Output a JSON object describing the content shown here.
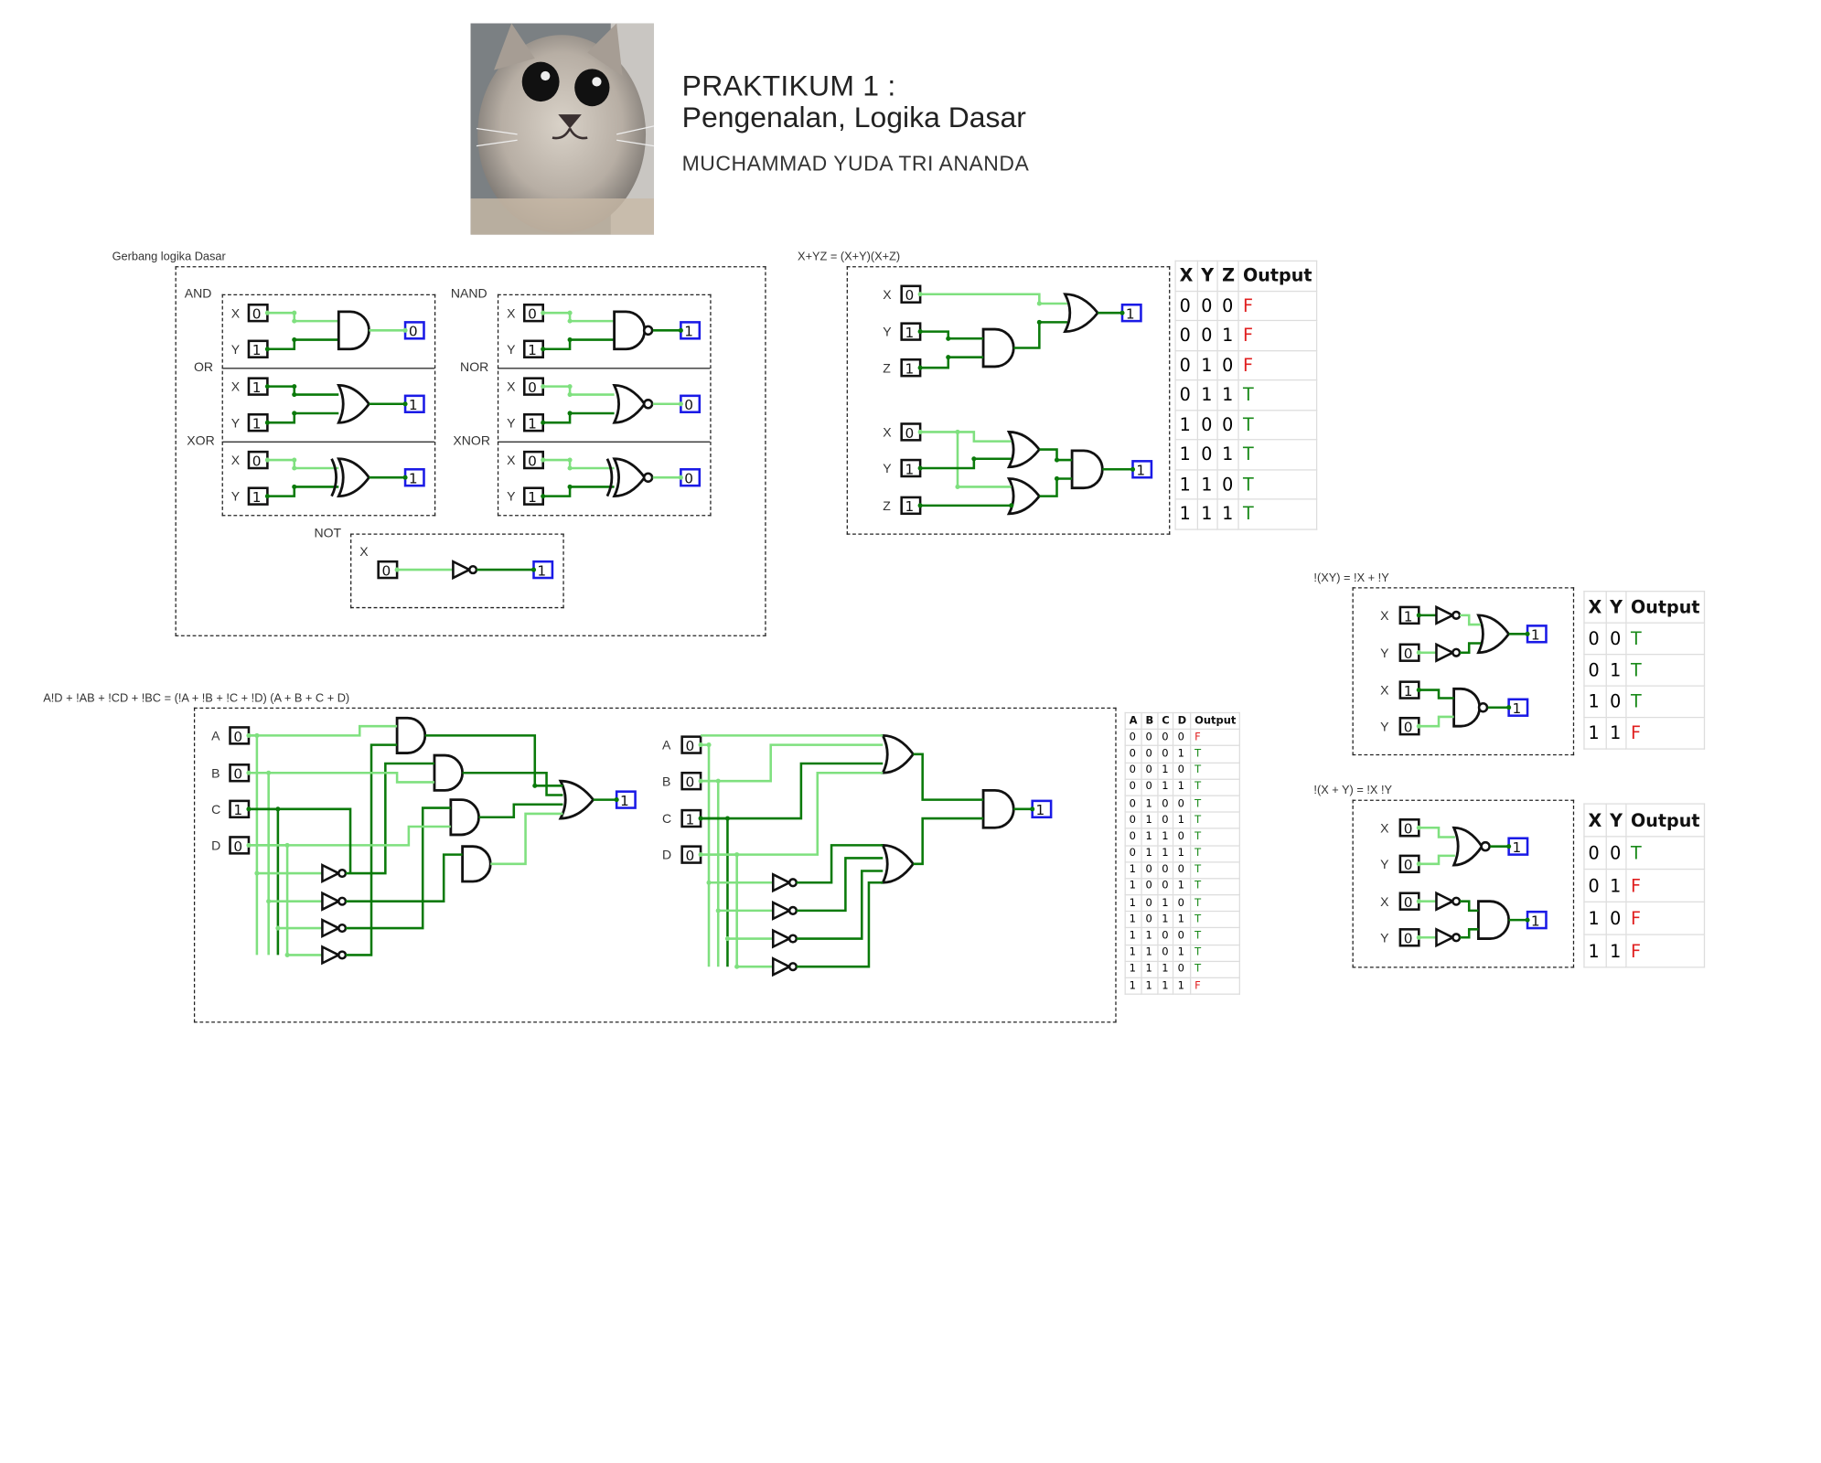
{
  "header": {
    "title_line1": "PRAKTIKUM 1 :",
    "title_line2": "Pengenalan, Logika Dasar",
    "author": "MUCHAMMAD YUDA TRI ANANDA"
  },
  "sections": {
    "basic_gates": {
      "title": "Gerbang logika Dasar",
      "gates": [
        {
          "name": "AND",
          "x": "0",
          "y": "1",
          "out": "0"
        },
        {
          "name": "NAND",
          "x": "0",
          "y": "1",
          "out": "1"
        },
        {
          "name": "OR",
          "x": "1",
          "y": "1",
          "out": "1"
        },
        {
          "name": "NOR",
          "x": "0",
          "y": "1",
          "out": "0"
        },
        {
          "name": "XOR",
          "x": "0",
          "y": "1",
          "out": "1"
        },
        {
          "name": "XNOR",
          "x": "0",
          "y": "1",
          "out": "0"
        }
      ],
      "not_gate": {
        "name": "NOT",
        "x_label": "X",
        "in": "0",
        "out": "1"
      },
      "x_label": "X",
      "y_label": "Y"
    },
    "distributive": {
      "title": "X+YZ = (X+Y)(X+Z)",
      "circuit1": {
        "x": "0",
        "y": "1",
        "z": "1",
        "out": "1"
      },
      "circuit2": {
        "x": "0",
        "y": "1",
        "z": "1",
        "out": "1"
      },
      "labels": [
        "X",
        "Y",
        "Z"
      ],
      "table": {
        "headers": [
          "X",
          "Y",
          "Z",
          "Output"
        ],
        "rows": [
          [
            "0",
            "0",
            "0",
            "F"
          ],
          [
            "0",
            "0",
            "1",
            "F"
          ],
          [
            "0",
            "1",
            "0",
            "F"
          ],
          [
            "0",
            "1",
            "1",
            "T"
          ],
          [
            "1",
            "0",
            "0",
            "T"
          ],
          [
            "1",
            "0",
            "1",
            "T"
          ],
          [
            "1",
            "1",
            "0",
            "T"
          ],
          [
            "1",
            "1",
            "1",
            "T"
          ]
        ]
      }
    },
    "demorgan1": {
      "title": "!(XY) = !X + !Y",
      "circuit1": {
        "x": "1",
        "y": "0",
        "out": "1"
      },
      "circuit2": {
        "x": "1",
        "y": "0",
        "out": "1"
      },
      "table": {
        "headers": [
          "X",
          "Y",
          "Output"
        ],
        "rows": [
          [
            "0",
            "0",
            "T"
          ],
          [
            "0",
            "1",
            "T"
          ],
          [
            "1",
            "0",
            "T"
          ],
          [
            "1",
            "1",
            "F"
          ]
        ]
      }
    },
    "demorgan2": {
      "title": "!(X + Y) = !X !Y",
      "circuit1": {
        "x": "0",
        "y": "0",
        "out": "1"
      },
      "circuit2": {
        "x": "0",
        "y": "0",
        "out": "1"
      },
      "table": {
        "headers": [
          "X",
          "Y",
          "Output"
        ],
        "rows": [
          [
            "0",
            "0",
            "T"
          ],
          [
            "0",
            "1",
            "F"
          ],
          [
            "1",
            "0",
            "F"
          ],
          [
            "1",
            "1",
            "F"
          ]
        ]
      }
    },
    "four_var": {
      "title": "A!D + !AB + !CD + !BC = (!A + !B + !C + !D) (A + B + C + D)",
      "labels": [
        "A",
        "B",
        "C",
        "D"
      ],
      "circuit1": {
        "a": "0",
        "b": "0",
        "c": "1",
        "d": "0",
        "out": "1"
      },
      "circuit2": {
        "a": "0",
        "b": "0",
        "c": "1",
        "d": "0",
        "out": "1"
      },
      "table": {
        "headers": [
          "A",
          "B",
          "C",
          "D",
          "Output"
        ],
        "rows": [
          [
            "0",
            "0",
            "0",
            "0",
            "F"
          ],
          [
            "0",
            "0",
            "0",
            "1",
            "T"
          ],
          [
            "0",
            "0",
            "1",
            "0",
            "T"
          ],
          [
            "0",
            "0",
            "1",
            "1",
            "T"
          ],
          [
            "0",
            "1",
            "0",
            "0",
            "T"
          ],
          [
            "0",
            "1",
            "0",
            "1",
            "T"
          ],
          [
            "0",
            "1",
            "1",
            "0",
            "T"
          ],
          [
            "0",
            "1",
            "1",
            "1",
            "T"
          ],
          [
            "1",
            "0",
            "0",
            "0",
            "T"
          ],
          [
            "1",
            "0",
            "0",
            "1",
            "T"
          ],
          [
            "1",
            "0",
            "1",
            "0",
            "T"
          ],
          [
            "1",
            "0",
            "1",
            "1",
            "T"
          ],
          [
            "1",
            "1",
            "0",
            "0",
            "T"
          ],
          [
            "1",
            "1",
            "0",
            "1",
            "T"
          ],
          [
            "1",
            "1",
            "1",
            "0",
            "T"
          ],
          [
            "1",
            "1",
            "1",
            "1",
            "F"
          ]
        ]
      }
    }
  },
  "colors": {
    "wire_on": "#0a7a0a",
    "wire_off": "#7fe07f",
    "output_box": "#1a1ae6",
    "true_text": "#1a8a1a",
    "false_text": "#e02020"
  },
  "photo": {
    "subject": "cat-photo"
  }
}
